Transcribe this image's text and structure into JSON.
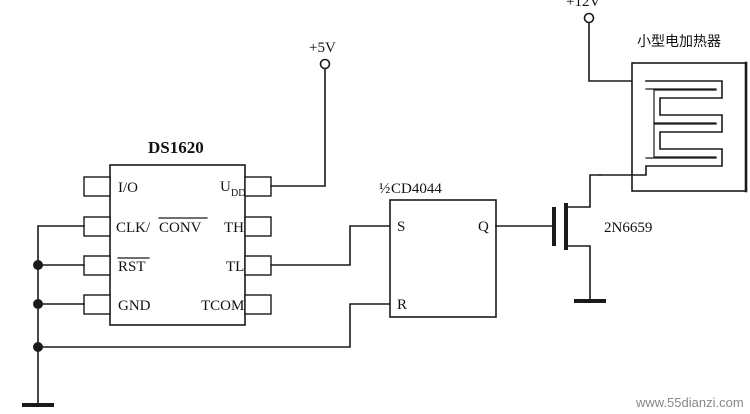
{
  "ic": {
    "name": "DS1620",
    "pins_left": [
      "I/O",
      "CLK/",
      "CONV",
      "RST",
      "GND"
    ],
    "pin_udd_main": "U",
    "pin_udd_sub": "DD",
    "pin_th": "TH",
    "pin_tl": "TL",
    "pin_tcom": "TCOM"
  },
  "power": {
    "plus5v": "+5V",
    "plus12v": "+12V"
  },
  "flipflop": {
    "half": "½",
    "name": "CD4044",
    "pin_s": "S",
    "pin_r": "R",
    "pin_q": "Q"
  },
  "mosfet": {
    "name": "2N6659"
  },
  "heater": {
    "label": "小型电加热器"
  },
  "watermark": "www.55dianzi.com"
}
